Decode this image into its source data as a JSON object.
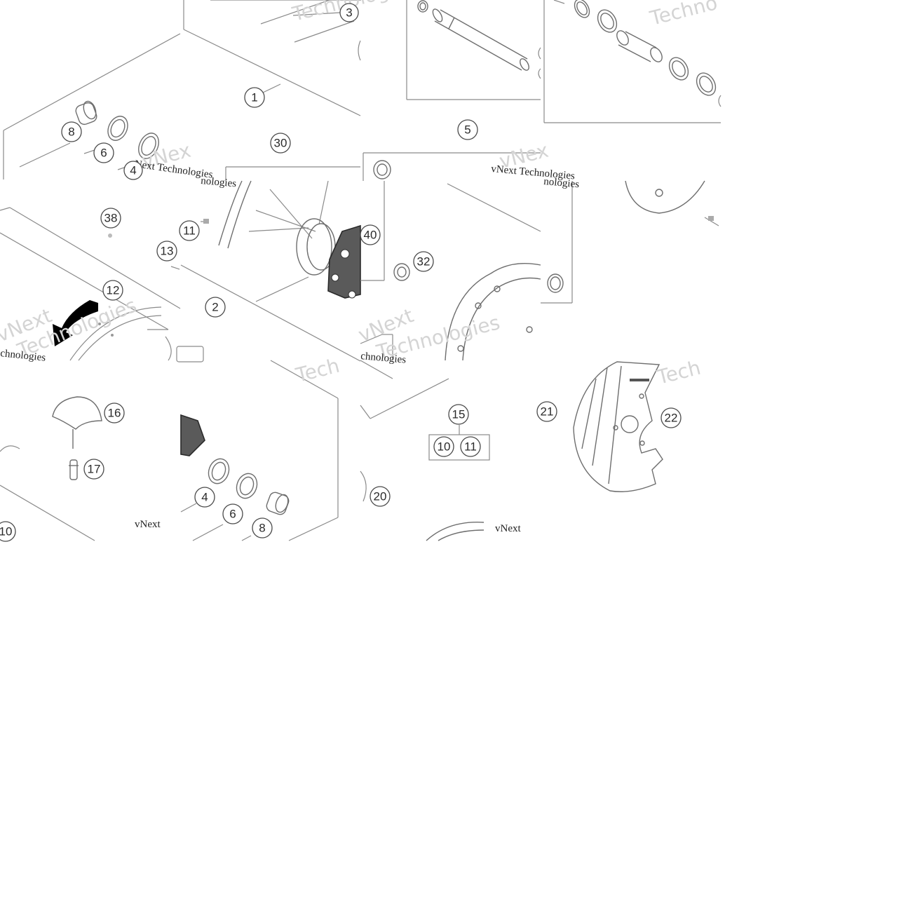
{
  "callouts": {
    "c1": "1",
    "c2": "2",
    "c3": "3",
    "c4a": "4",
    "c4b": "4",
    "c5": "5",
    "c6a": "6",
    "c6b": "6",
    "c8a": "8",
    "c8b": "8",
    "c10a": "10",
    "c10b": "10",
    "c11a": "11",
    "c11b": "11",
    "c12": "12",
    "c13": "13",
    "c15": "15",
    "c16": "16",
    "c17": "17",
    "c20": "20",
    "c21": "21",
    "c22": "22",
    "c30": "30",
    "c32": "32",
    "c38": "38",
    "c40": "40"
  },
  "watermark": {
    "technologies": "Technologies",
    "vnext": "vNext",
    "vnext_tech": "vNext Technologies",
    "chnologies": "chnologies",
    "nologies": "nologies",
    "tech": "Tech",
    "techno": "Techno",
    "vnex": "vNex"
  },
  "colors": {
    "line": "#8a8a8a",
    "ink": "#2a2a2a",
    "watermark": "#d4d4d4"
  }
}
